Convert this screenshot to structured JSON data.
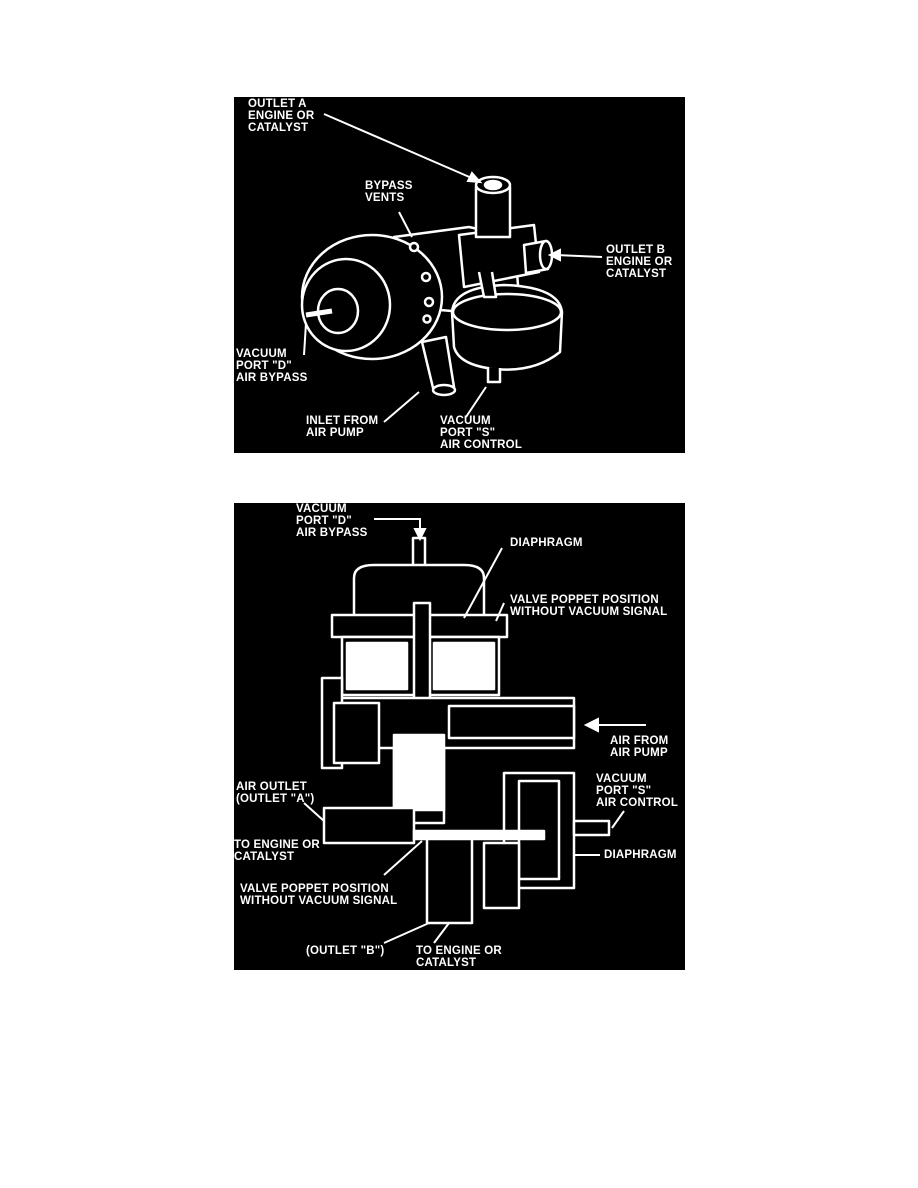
{
  "figure1": {
    "labels": {
      "outlet_a": [
        "OUTLET A",
        "ENGINE OR",
        "CATALYST"
      ],
      "bypass_vents": [
        "BYPASS",
        "VENTS"
      ],
      "outlet_b": [
        "OUTLET B",
        "ENGINE OR",
        "CATALYST"
      ],
      "vacuum_port_d": [
        "VACUUM",
        "PORT \"D\"",
        "AIR BYPASS"
      ],
      "inlet": [
        "INLET FROM",
        "AIR PUMP"
      ],
      "vacuum_port_s": [
        "VACUUM",
        "PORT \"S\"",
        "AIR CONTROL"
      ]
    }
  },
  "figure2": {
    "labels": {
      "vacuum_port_d": [
        "VACUUM",
        "PORT \"D\"",
        "AIR BYPASS"
      ],
      "diaphragm_top": [
        "DIAPHRAGM"
      ],
      "valve_poppet_top": [
        "VALVE POPPET POSITION",
        "WITHOUT VACUUM SIGNAL"
      ],
      "air_from_pump": [
        "AIR FROM",
        "AIR PUMP"
      ],
      "vacuum_port_s": [
        "VACUUM",
        "PORT \"S\"",
        "AIR CONTROL"
      ],
      "air_outlet": [
        "AIR OUTLET",
        "(OUTLET \"A\")"
      ],
      "to_engine_left": [
        "TO ENGINE OR",
        "CATALYST"
      ],
      "diaphragm_right": [
        "DIAPHRAGM"
      ],
      "valve_poppet_bottom": [
        "VALVE POPPET POSITION",
        "WITHOUT VACUUM SIGNAL"
      ],
      "outlet_b": [
        "(OUTLET \"B\")"
      ],
      "to_engine_bottom": [
        "TO ENGINE OR",
        "CATALYST"
      ]
    }
  },
  "colors": {
    "background": "#000000",
    "ink": "#ffffff",
    "page": "#ffffff"
  }
}
